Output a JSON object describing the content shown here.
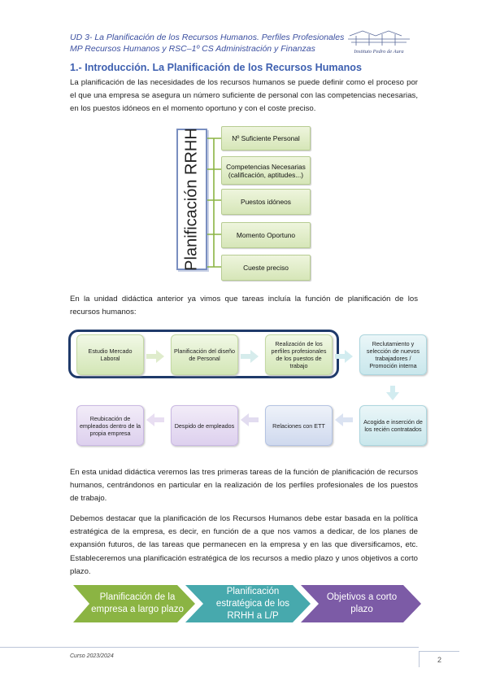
{
  "header": {
    "line1": "UD 3- La Planificación de los Recursos Humanos. Perfiles Profesionales",
    "line2": "MP Recursos Humanos y RSC–1º CS Administración y Finanzas",
    "logo_text": "Instituto Pedro de Aura"
  },
  "section_title": "1.- Introducción. La Planificación de los Recursos Humanos",
  "para1": "La planificación de las necesidades de los recursos humanos se puede definir como el proceso por el que una empresa se asegura un número suficiente de personal con las competencias necesarias, en los puestos idóneos en el momento oportuno y con el coste preciso.",
  "diagram1": {
    "vertical_label": "Planificación RRHH",
    "items": [
      {
        "label": "Nº Suficiente Personal"
      },
      {
        "label": "Competencias Necesarias (calificación, aptitudes...)"
      },
      {
        "label": "Puestos idóneos"
      },
      {
        "label": "Momento Oportuno"
      },
      {
        "label": "Cueste preciso"
      }
    ]
  },
  "para2": "En la unidad didáctica anterior ya vimos que tareas incluía la función de planificación de los recursos humanos:",
  "flow": {
    "row1": [
      {
        "label": "Estudio Mercado Laboral"
      },
      {
        "label": "Planificación del diseño de Personal"
      },
      {
        "label": "Realización de los perfiles profesionales de los puestos de trabajo"
      },
      {
        "label": "Reclutamiento y selección de nuevos trabajadores / Promoción interna"
      }
    ],
    "row2": [
      {
        "label": "Reubicación de empleados dentro de la propia empresa"
      },
      {
        "label": "Despido de empleados"
      },
      {
        "label": "Relaciones con ETT"
      },
      {
        "label": "Acogida e inserción de los recién contratados"
      }
    ]
  },
  "para3": "En esta unidad didáctica veremos las tres primeras tareas de la función de planificación de recursos humanos, centrándonos en particular en la realización de los perfiles profesionales de los puestos de trabajo.",
  "para4": "Debemos destacar que la planificación de los Recursos Humanos debe estar basada en la política estratégica de la empresa, es decir, en función de a que nos vamos a dedicar, de los planes de expansión futuros, de las tareas que permanecen en la empresa y en las que diversificamos, etc. Estableceremos una planificación estratégica de los recursos a medio plazo y unos objetivos a corto plazo.",
  "chevrons": [
    {
      "label": "Planificación de la empresa a largo plazo",
      "color": "#8bb443"
    },
    {
      "label": "Planificación estratégica de los RRHH a L/P",
      "color": "#47a9ad"
    },
    {
      "label": "Objetivos a corto plazo",
      "color": "#7c5ba6"
    }
  ],
  "footer": {
    "course": "Curso 2023/2024",
    "page": "2"
  }
}
